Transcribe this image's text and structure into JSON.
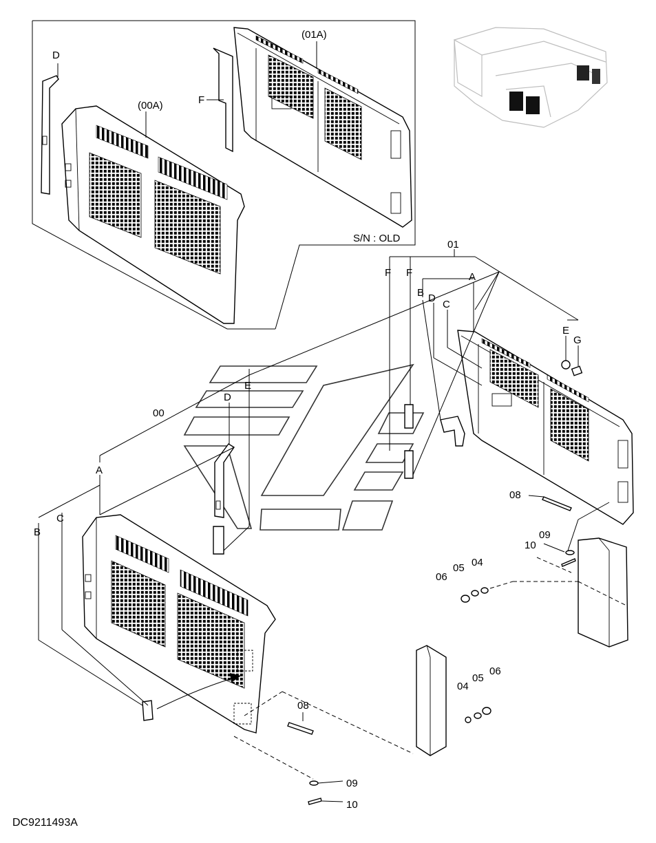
{
  "drawing_code": "DC9211493A",
  "inset": {
    "serial_note": "S/N : OLD",
    "labels": {
      "old_cover_assy": "(00A)",
      "old_door_assy": "(01A)",
      "d": "D",
      "f": "F"
    }
  },
  "main": {
    "cover_group": {
      "assy": "00",
      "a": "A",
      "b": "B",
      "c": "C",
      "d": "D",
      "e": "E"
    },
    "door_group": {
      "assy": "01",
      "f1": "F",
      "f2": "F",
      "a": "A",
      "b": "B",
      "c": "C",
      "d": "D",
      "e": "E",
      "g": "G"
    },
    "hardware_right": {
      "p08": "08",
      "p09": "09",
      "p10": "10",
      "p04": "04",
      "p05": "05",
      "p06": "06"
    },
    "hardware_left": {
      "p04": "04",
      "p05": "05",
      "p06": "06",
      "p08": "08",
      "p09": "09",
      "p10": "10"
    }
  }
}
